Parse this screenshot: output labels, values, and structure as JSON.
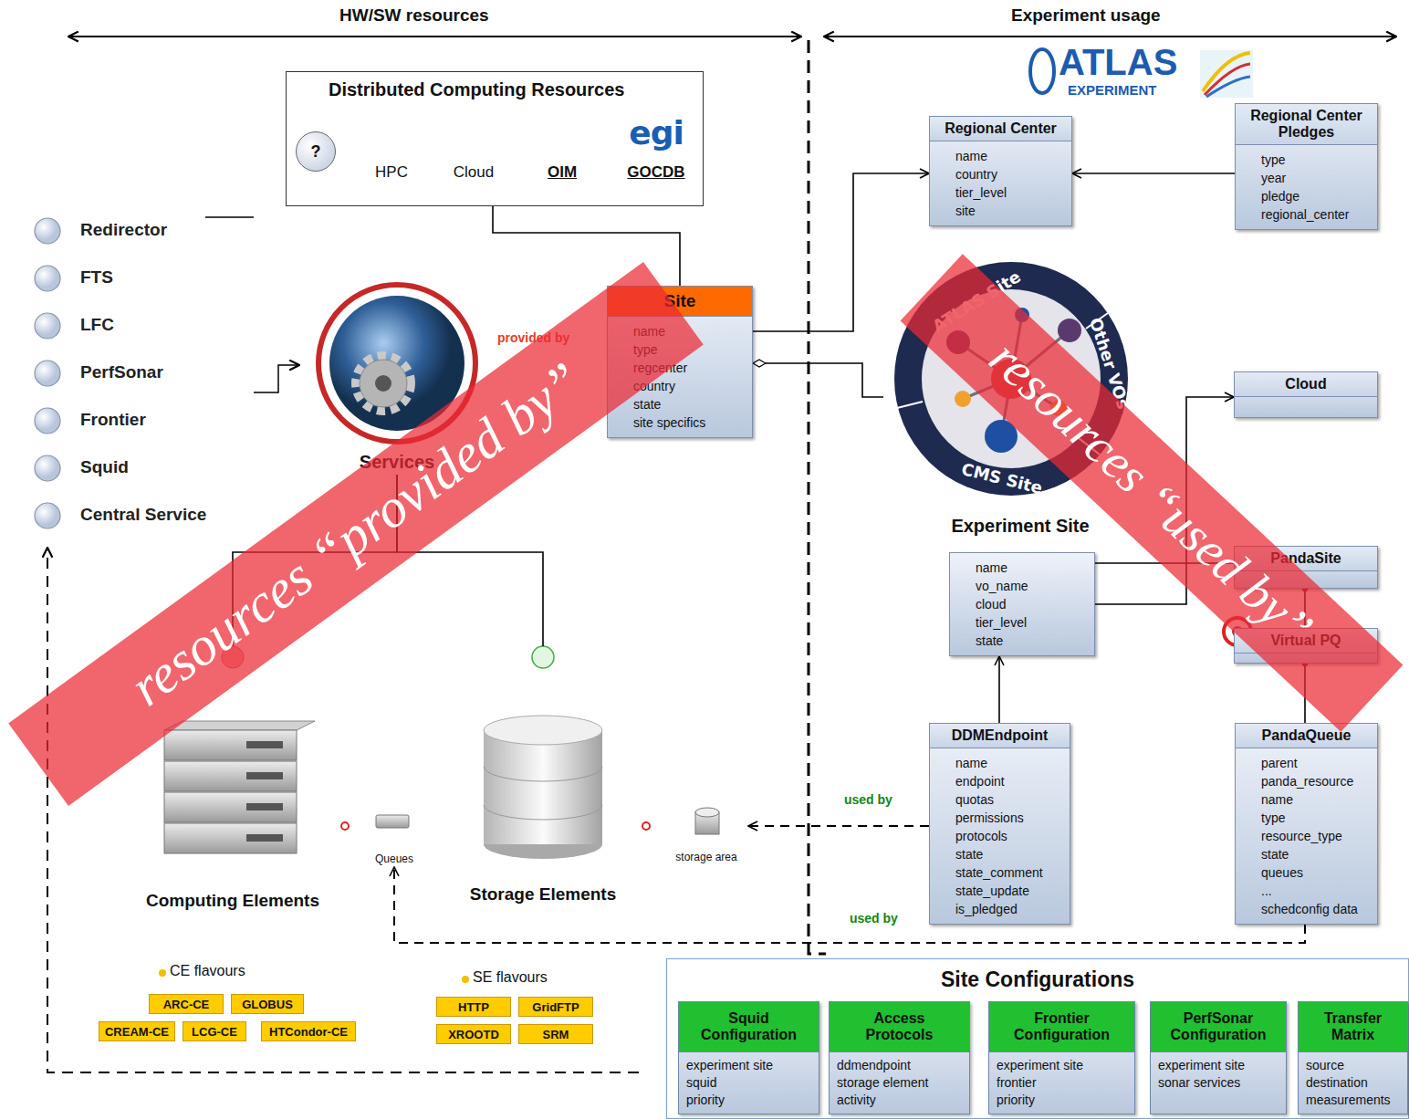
{
  "diagram": {
    "nodes": [
      {
        "text": [
          "Distributed Computing Resources"
        ]
      },
      {
        "text": [
          "?"
        ],
        "in": 0
      },
      {
        "text": [
          "HPC"
        ],
        "in": 0
      },
      {
        "text": [
          "Cloud"
        ],
        "in": 0
      },
      {
        "text": [
          "OIM"
        ],
        "in": 0
      },
      {
        "text": [
          "egi",
          "GOCDB"
        ],
        "in": 0
      },
      {
        "text": [
          "Regional Center",
          "name country tier_level site"
        ]
      },
      {
        "text": [
          "Regional Center Pledges",
          "type year pledge regional_center"
        ]
      },
      {
        "text": [
          "Site",
          "name type regcenter country state site specifics"
        ]
      },
      {
        "text": [
          "Services"
        ]
      },
      {
        "text": [
          "Experiment Site"
        ]
      },
      {
        "text": [
          "Cloud"
        ]
      },
      {
        "text": [
          "name vo_name cloud tier_level state"
        ]
      },
      {
        "text": [
          "PandaSite"
        ]
      },
      {
        "text": [
          "Virtual PQ"
        ]
      },
      {
        "text": [
          "Computing Elements"
        ]
      },
      {
        "text": [
          "Queues"
        ]
      },
      {
        "text": [
          "Storage Elements"
        ]
      },
      {
        "text": [
          "storage area"
        ]
      },
      {
        "text": [
          "DDMEndpoint",
          "name endpoint quotas permissions protocols state state_comment state_update is_pledged"
        ]
      },
      {
        "text": [
          "PandaQueue",
          "parent panda_resource name type resource_type state queues ... schedconfig data"
        ]
      },
      {
        "text": [
          "Site Configurations"
        ]
      },
      {
        "text": [
          "Squid Configuration",
          "experiment site squid priority"
        ],
        "in": 21
      },
      {
        "text": [
          "Access Protocols",
          "ddmendpoint storage element activity"
        ],
        "in": 21
      },
      {
        "text": [
          "Frontier Configuration",
          "experiment site frontier priority"
        ],
        "in": 21
      },
      {
        "text": [
          "PerfSonar Configuration",
          "experiment site sonar services"
        ],
        "in": 21
      },
      {
        "text": [
          "Transfer Matrix",
          "source destination measurements"
        ],
        "in": 21
      },
      {
        "text": [
          "ARC-CE"
        ]
      },
      {
        "text": [
          "GLOBUS"
        ]
      },
      {
        "text": [
          "CREAM-CE"
        ]
      },
      {
        "text": [
          "LCG-CE"
        ]
      },
      {
        "text": [
          "HTCondor-CE"
        ]
      },
      {
        "text": [
          "HTTP"
        ]
      },
      {
        "text": [
          "GridFTP"
        ]
      },
      {
        "text": [
          "XROOTD"
        ]
      },
      {
        "text": [
          "SRM"
        ]
      }
    ],
    "edges": [
      {
        "from": 0,
        "to": 8,
        "arrow": "none"
      },
      {
        "from": 9,
        "to": 15,
        "arrow": "none"
      },
      {
        "from": 9,
        "to": 17,
        "arrow": "none"
      },
      {
        "from": 8,
        "to": 6,
        "arrow": "to"
      },
      {
        "from": 7,
        "to": 6,
        "arrow": "to"
      },
      {
        "from": 8,
        "to": 10,
        "arrow": "none"
      },
      {
        "from": 12,
        "to": 11,
        "arrow": "to"
      },
      {
        "from": 13,
        "to": 12,
        "arrow": "none"
      },
      {
        "from": 13,
        "to": 14,
        "arrow": "none"
      },
      {
        "from": 14,
        "to": 20,
        "arrow": "none"
      },
      {
        "from": 19,
        "to": 12,
        "arrow": "to"
      },
      {
        "from": 19,
        "to": 18,
        "label": "used by",
        "arrow": "to"
      },
      {
        "from": 20,
        "to": 16,
        "label": "used by",
        "arrow": "to"
      }
    ],
    "labels": [
      "HW/SW resources",
      "Experiment usage",
      "ATLAS",
      "EXPERIMENT",
      "Redirector",
      "FTS",
      "LFC",
      "PerfSonar",
      "Frontier",
      "Squid",
      "Central Service",
      "provided by",
      "ATLAS Site",
      "Other VOs",
      "CMS Site",
      "CE flavours",
      "SE flavours",
      "resources “provided by”",
      "resources “used by”"
    ]
  }
}
